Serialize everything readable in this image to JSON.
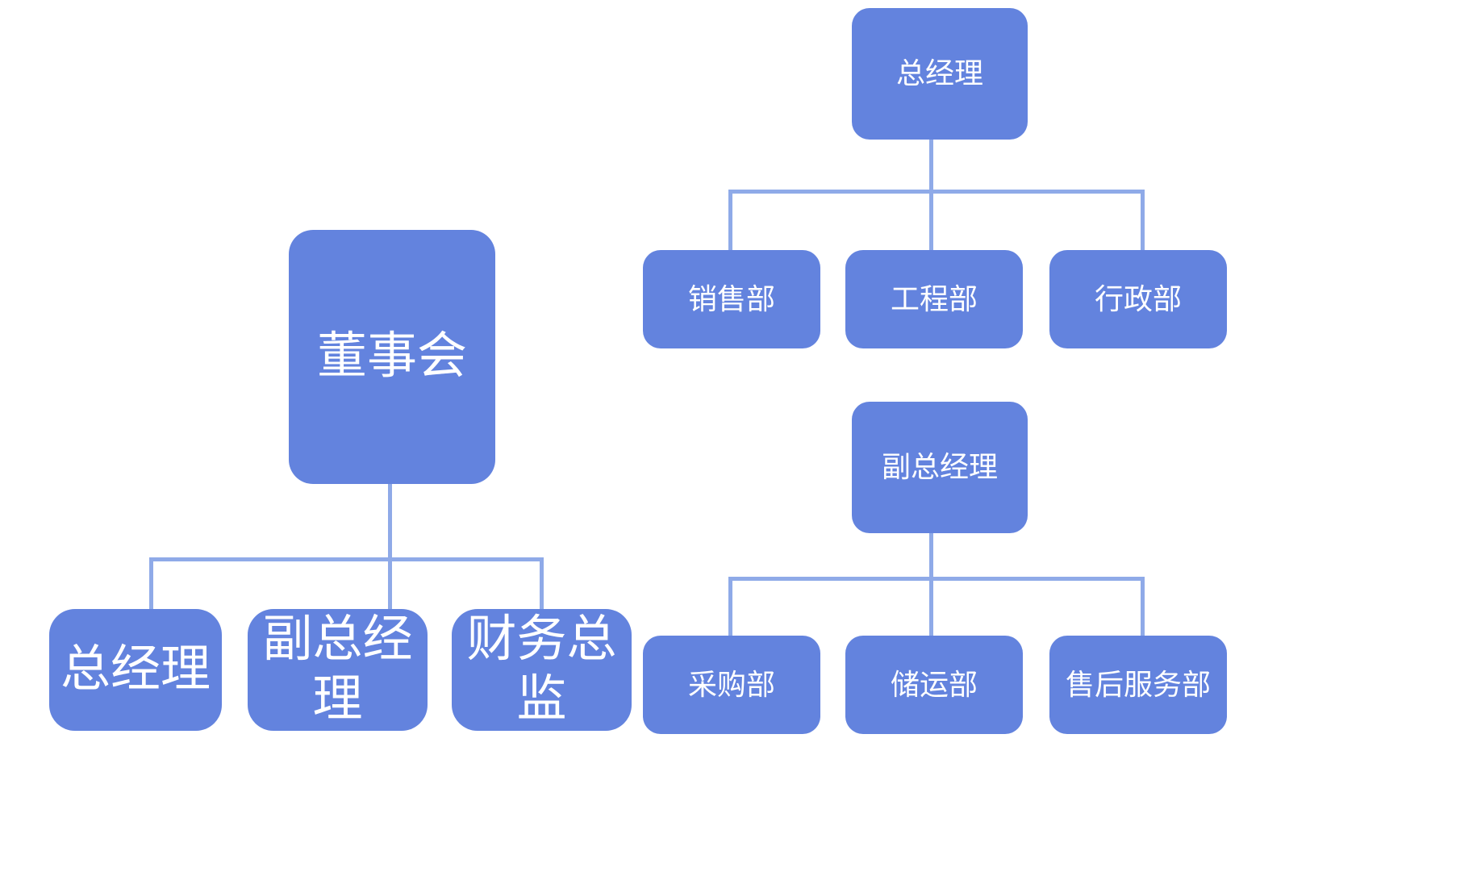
{
  "diagram": {
    "type": "org-chart",
    "title": "",
    "background_color": "#ffffff",
    "node_fill_color": "#6383de",
    "node_text_color": "#ffffff",
    "connector_color": "#8faae8",
    "trees": [
      {
        "id": "board-tree",
        "root": {
          "id": "board",
          "label": "董事会"
        },
        "children": [
          {
            "id": "gm-left",
            "label": "总经理"
          },
          {
            "id": "dgm-left",
            "label": "副总经理"
          },
          {
            "id": "cfo",
            "label": "财务总监"
          }
        ]
      },
      {
        "id": "gm-tree",
        "root": {
          "id": "gm",
          "label": "总经理"
        },
        "children": [
          {
            "id": "sales-dept",
            "label": "销售部"
          },
          {
            "id": "engineering-dept",
            "label": "工程部"
          },
          {
            "id": "admin-dept",
            "label": "行政部"
          }
        ]
      },
      {
        "id": "dgm-tree",
        "root": {
          "id": "dgm",
          "label": "副总经理"
        },
        "children": [
          {
            "id": "procurement-dept",
            "label": "采购部"
          },
          {
            "id": "storage-transport-dept",
            "label": "储运部"
          },
          {
            "id": "aftersales-dept",
            "label": "售后服务部"
          }
        ]
      }
    ]
  }
}
